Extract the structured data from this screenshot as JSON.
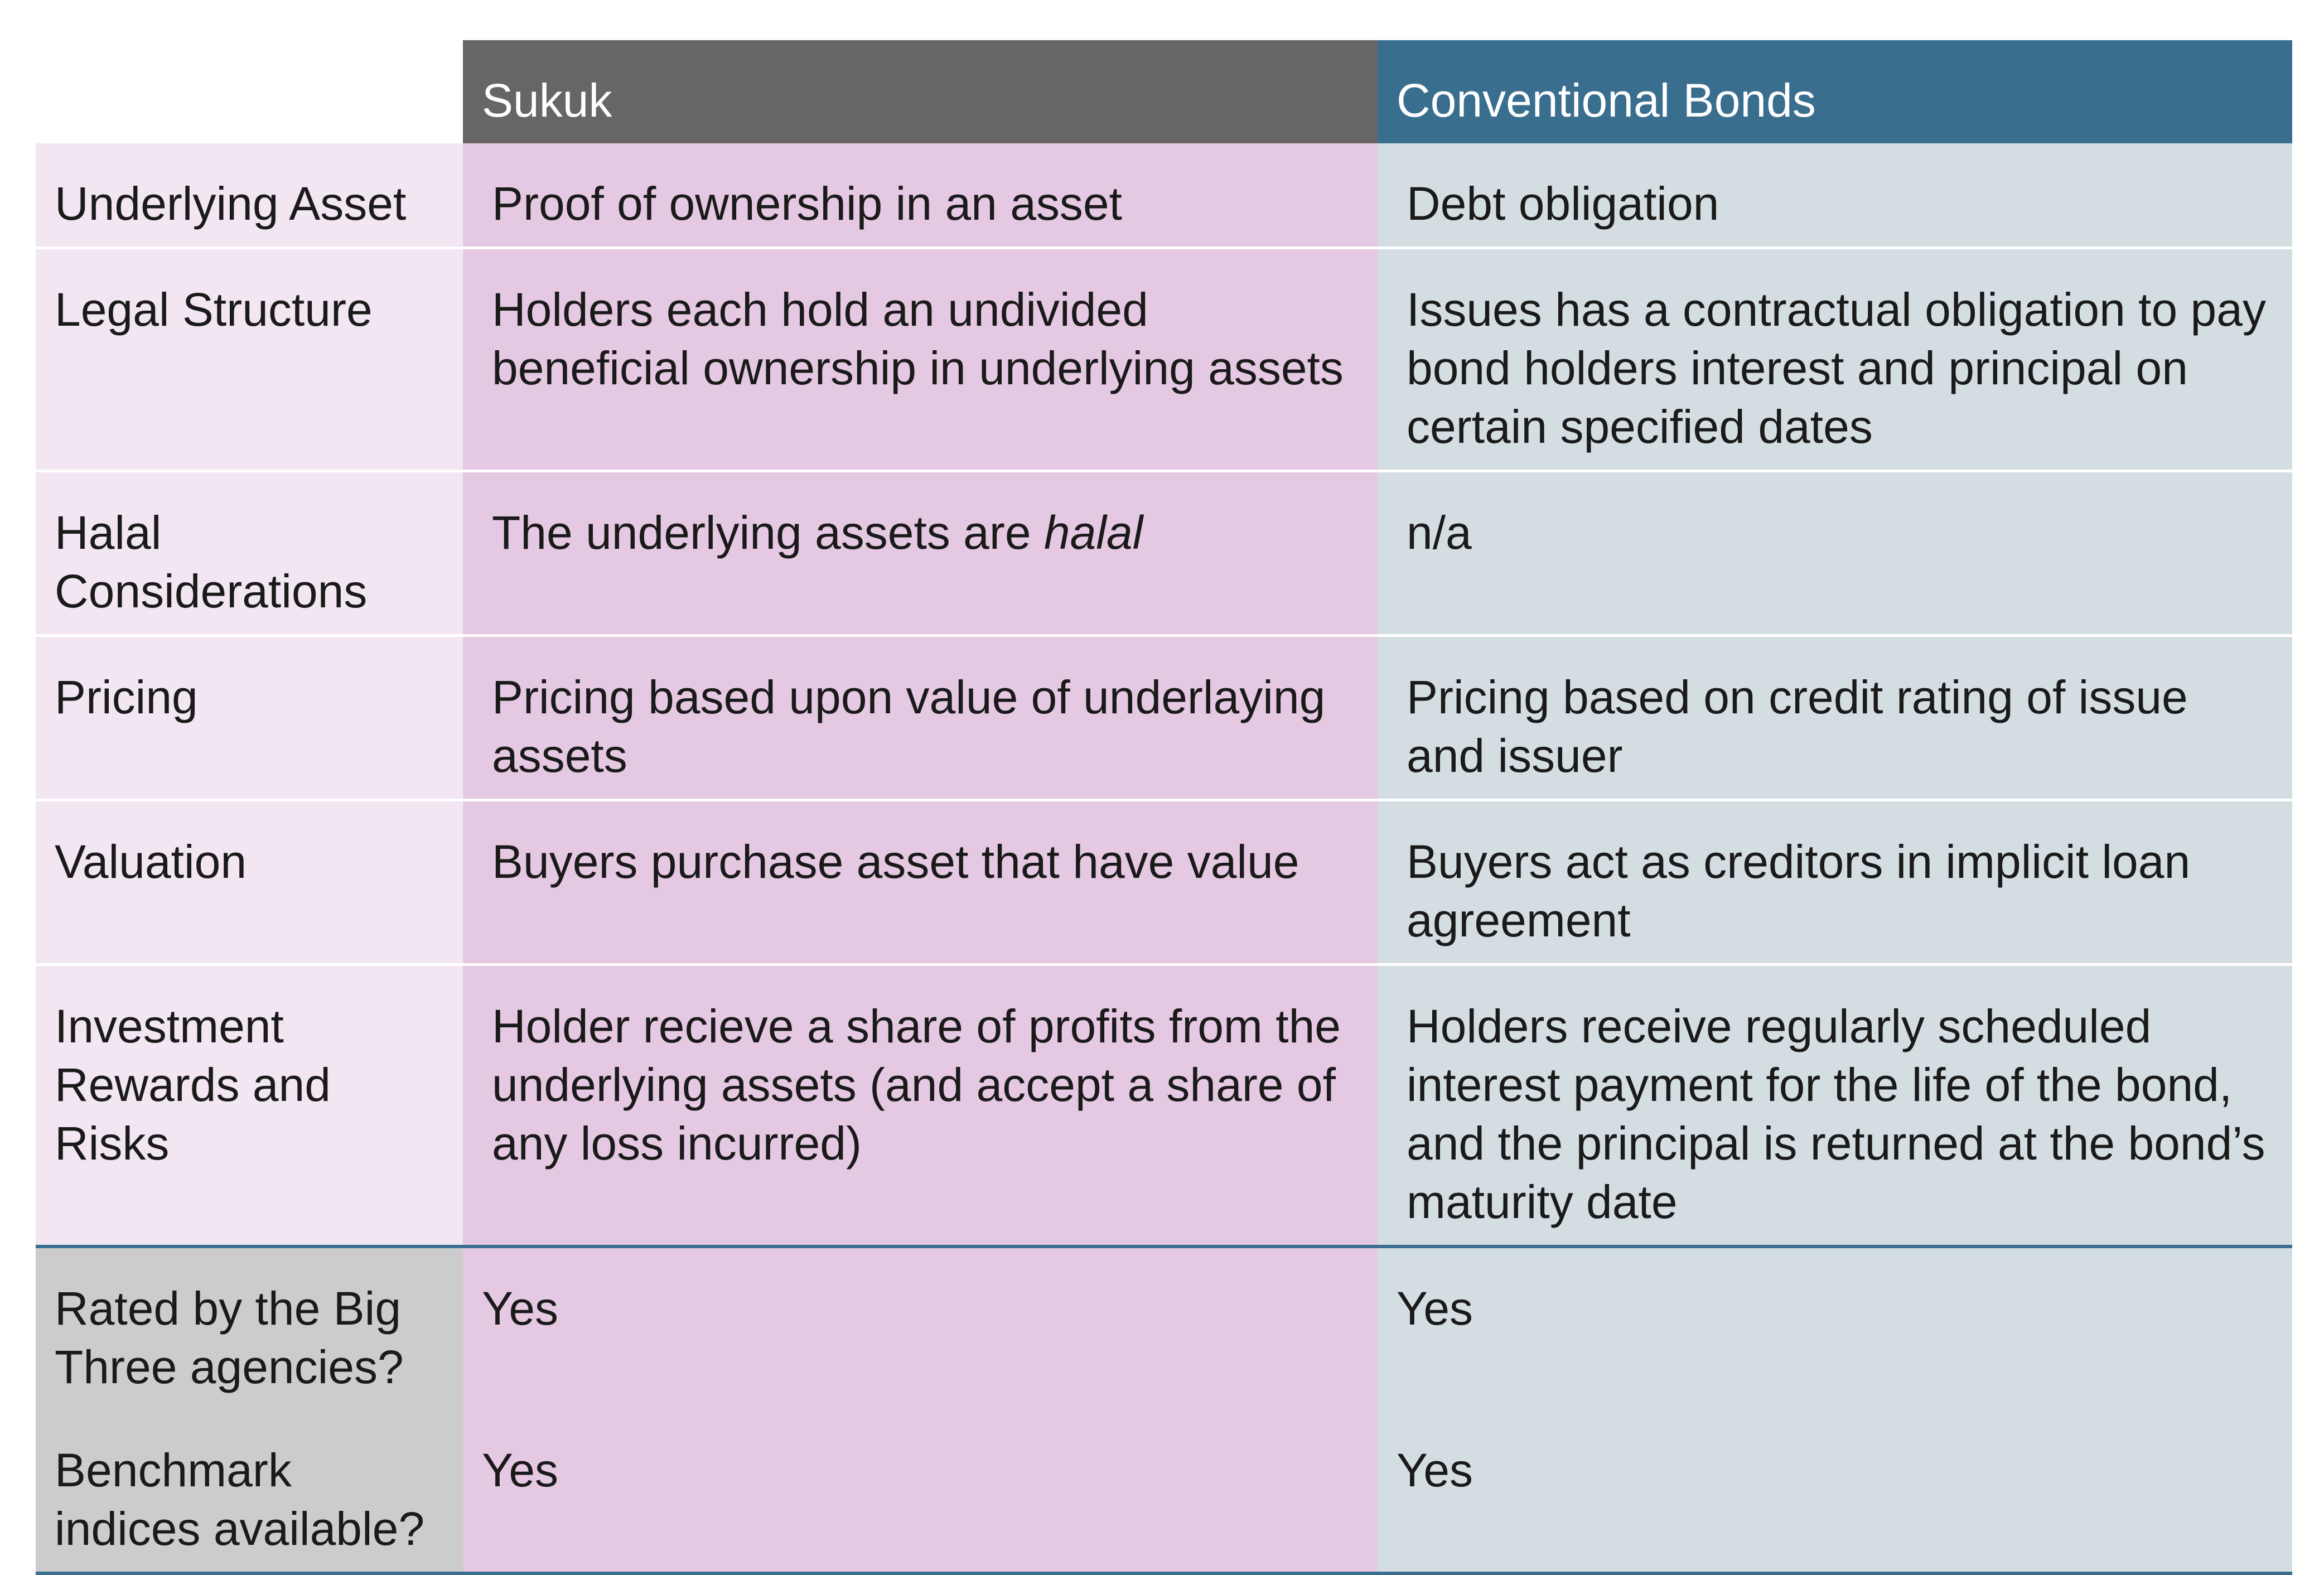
{
  "headers": {
    "sukuk": "Sukuk",
    "conventional": "Conventional Bonds"
  },
  "rows": [
    {
      "label": "Underlying Asset",
      "sukuk": "Proof of ownership in an asset",
      "conventional": "Debt obligation"
    },
    {
      "label": "Legal Structure",
      "sukuk": "Holders each hold an undivided beneficial ownership in underlying assets",
      "conventional": "Issues has a contractual obligation to pay bond holders interest and principal on certain specified dates"
    },
    {
      "label": "Halal Considerations",
      "sukuk_prefix": "The underlying assets are ",
      "sukuk_emphasis": "halal",
      "conventional": "n/a"
    },
    {
      "label": "Pricing",
      "sukuk": "Pricing based upon value of underlaying assets",
      "conventional": "Pricing based on credit rating of issue and issuer"
    },
    {
      "label": "Valuation",
      "sukuk": "Buyers purchase asset that have value",
      "conventional": "Buyers act as creditors in implicit loan agreement"
    },
    {
      "label": "Investment Rewards and Risks",
      "sukuk": "Holder recieve a share of profits from the underlying assets (and accept a share of any loss incurred)",
      "conventional": "Holders receive regularly scheduled interest payment for the life of the bond, and the principal is returned at the bond’s maturity date"
    },
    {
      "label": "Rated by the Big Three agencies?",
      "sukuk": "Yes",
      "conventional": "Yes"
    },
    {
      "label": "Benchmark indices available?",
      "sukuk": "Yes",
      "conventional": "Yes"
    }
  ],
  "colors": {
    "sukuk_header": "#666666",
    "conventional_header": "#3a6e8f",
    "label_bg": "#f2e6f2",
    "sukuk_bg": "#e5c8e2",
    "conventional_bg": "#d4dde2",
    "bottom_label_bg": "#cccccc"
  }
}
